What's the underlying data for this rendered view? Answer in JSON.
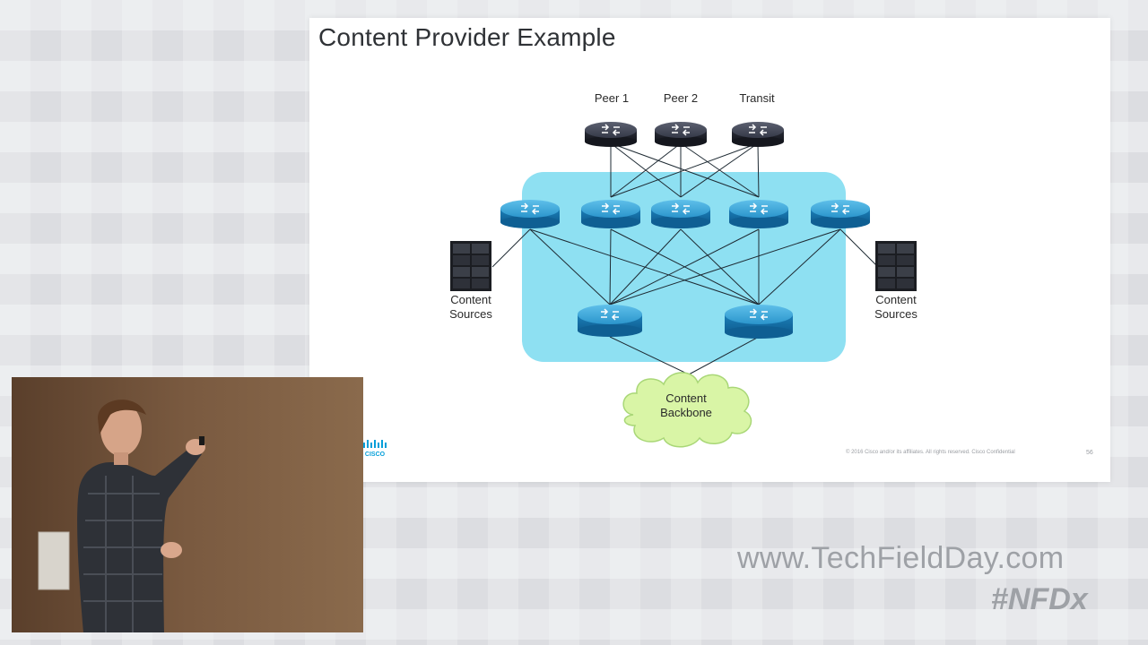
{
  "slide": {
    "title": "Content Provider Example",
    "footer": "© 2016 Cisco and/or its affiliates. All rights reserved. Cisco Confidential",
    "page_number": "56",
    "logo_text": "CISCO"
  },
  "diagram": {
    "top_routers": [
      "Peer 1",
      "Peer 2",
      "Transit"
    ],
    "content_sources_left": [
      "Content",
      "Sources"
    ],
    "content_sources_right": [
      "Content",
      "Sources"
    ],
    "backbone": [
      "Content",
      "Backbone"
    ]
  },
  "watermark": {
    "url": "www.TechFieldDay.com",
    "hashtag": "#NFDx"
  },
  "colors": {
    "cloud_fill": "#8ee0f2",
    "router_blue": "#1f8fc7",
    "router_dark": "#2b2f3a",
    "backbone_cloud": "#d9f5a6"
  }
}
